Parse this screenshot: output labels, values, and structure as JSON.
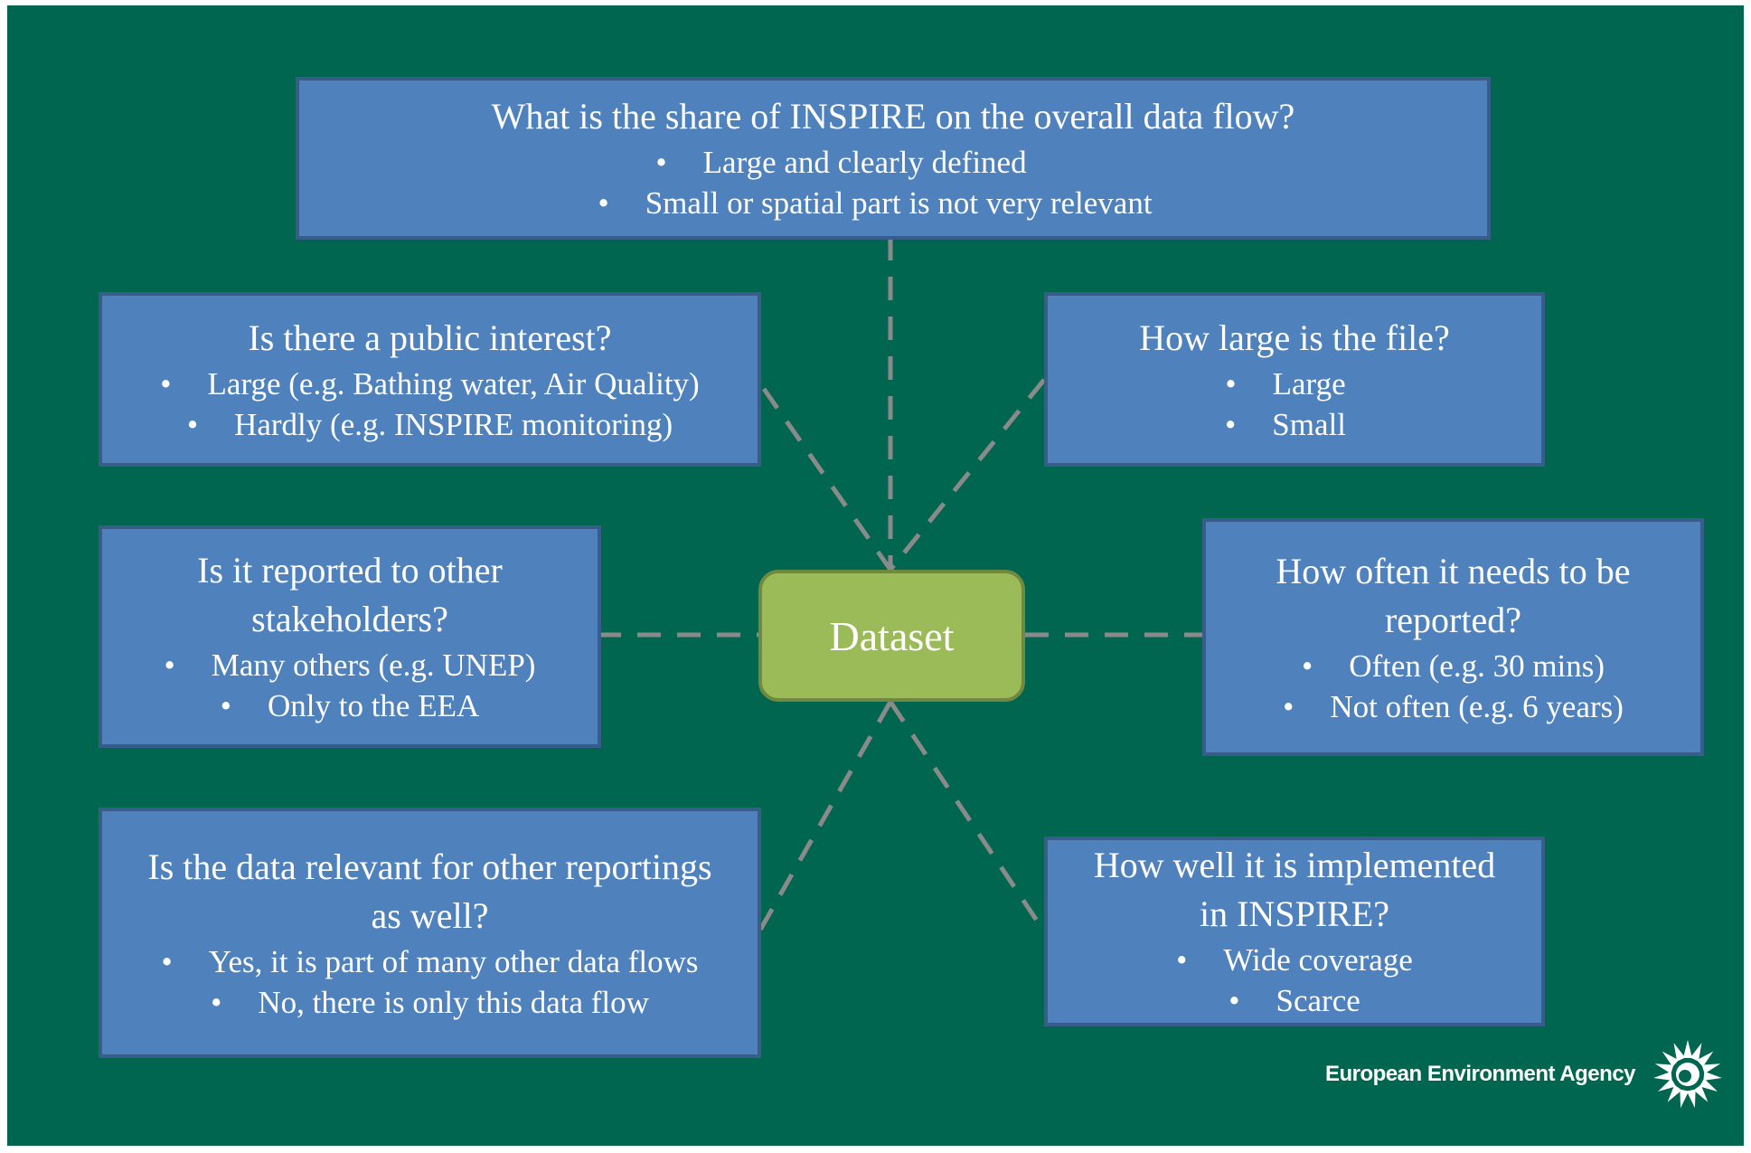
{
  "center": {
    "label": "Dataset"
  },
  "nodes": {
    "share": {
      "question": "What is the share of INSPIRE on the overall data flow?",
      "options": [
        "Large and clearly defined",
        "Small or spatial part is not very relevant"
      ]
    },
    "public_interest": {
      "question": "Is there a public interest?",
      "options": [
        "Large (e.g. Bathing water, Air Quality)",
        "Hardly (e.g. INSPIRE monitoring)"
      ]
    },
    "file_size": {
      "question": "How large is the file?",
      "options": [
        "Large",
        "Small"
      ]
    },
    "stakeholders": {
      "question_lines": [
        "Is it reported to other",
        "stakeholders?"
      ],
      "options": [
        "Many others (e.g. UNEP)",
        "Only to the EEA"
      ]
    },
    "frequency": {
      "question_lines": [
        "How often it needs to be",
        "reported?"
      ],
      "options": [
        "Often (e.g. 30 mins)",
        "Not often (e.g. 6 years)"
      ]
    },
    "other_reportings": {
      "question_lines": [
        "Is the data relevant for other reportings",
        "as well?"
      ],
      "options": [
        "Yes, it is part of many other data flows",
        "No, there is only this data flow"
      ]
    },
    "implementation": {
      "question_lines": [
        "How well it is implemented",
        "in INSPIRE?"
      ],
      "options": [
        "Wide coverage",
        "Scarce"
      ]
    }
  },
  "bullet": "•",
  "logo": {
    "text": "European Environment Agency",
    "icon": "eea-sun-icon"
  },
  "colors": {
    "background": "#006650",
    "box_fill": "#4f81bd",
    "box_border": "#385d8a",
    "center_fill": "#9bbb59",
    "connector": "#7f7f7f"
  }
}
